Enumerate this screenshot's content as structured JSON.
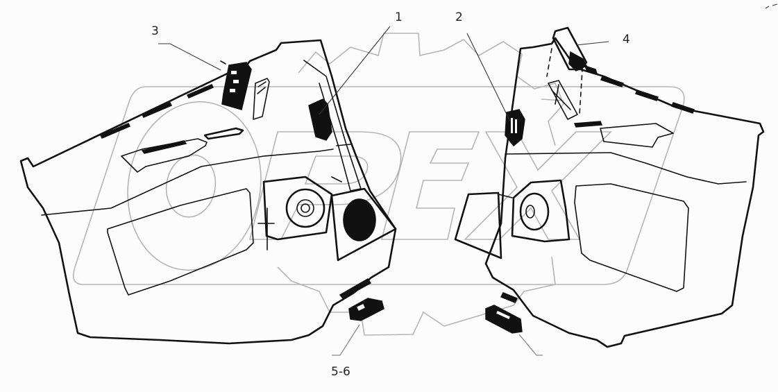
{
  "diagram": {
    "title": "",
    "type": "exploded parts diagram",
    "subject": "door trim panels (left and right) with speakers and switches",
    "watermark": {
      "text": "OPEX",
      "shape": "gear-outline",
      "color": "#b5b5b5"
    },
    "line_color": "#111111",
    "background": "#fbfcfb"
  },
  "callouts": [
    {
      "id": "1",
      "label": "1",
      "target": "left-door tweeter grille"
    },
    {
      "id": "2",
      "label": "2",
      "target": "right-door tweeter grille"
    },
    {
      "id": "3",
      "label": "3",
      "target": "left window switch block"
    },
    {
      "id": "4",
      "label": "4",
      "target": "right window switch block"
    },
    {
      "id": "5-6",
      "label": "5-6",
      "target": "lower courtesy lamps"
    }
  ],
  "panels": [
    {
      "side": "left",
      "components": [
        "window switch block",
        "door handle bezel",
        "armrest pocket",
        "speaker",
        "speaker grille",
        "tweeter",
        "courtesy lamp"
      ]
    },
    {
      "side": "right",
      "components": [
        "window switch block",
        "door handle bezel",
        "armrest pocket",
        "speaker",
        "speaker grille",
        "tweeter",
        "courtesy lamp"
      ]
    }
  ]
}
